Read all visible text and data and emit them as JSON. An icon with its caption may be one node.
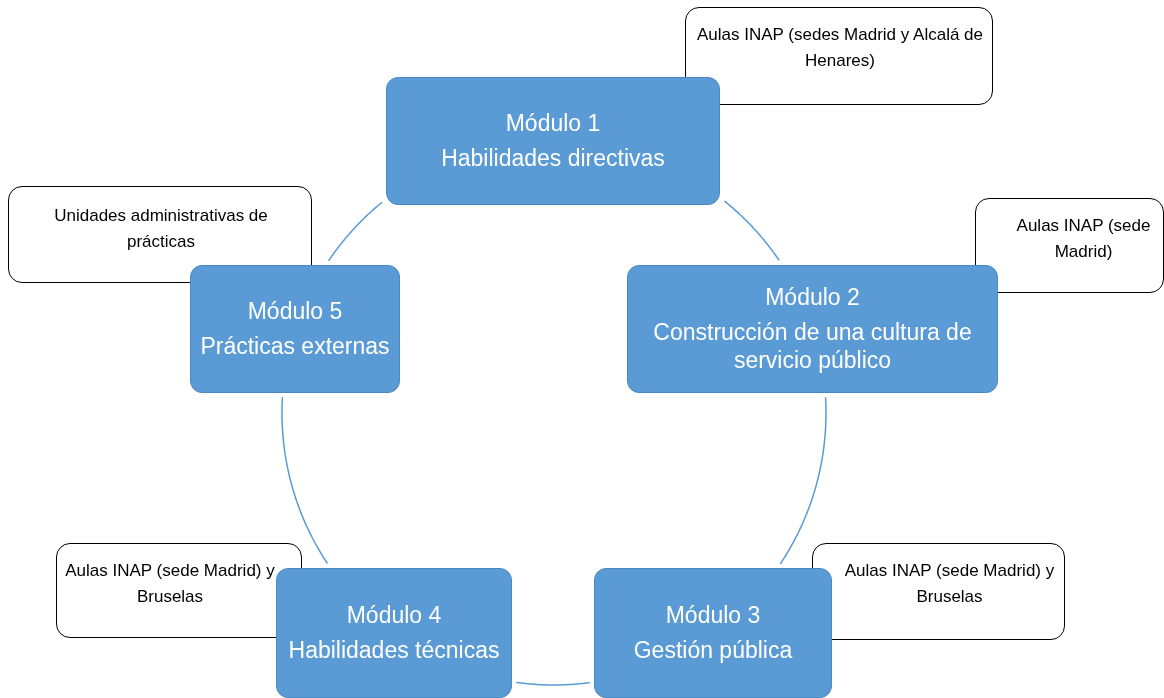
{
  "diagram": {
    "nodes": [
      {
        "text": [
          "Aulas INAP (sedes Madrid y Alcalá de Henares)"
        ]
      },
      {
        "text": [
          "Módulo 1",
          "Habilidades directivas"
        ]
      },
      {
        "text": [
          "Unidades administrativas de prácticas"
        ]
      },
      {
        "text": [
          "Aulas INAP (sede Madrid)"
        ]
      },
      {
        "text": [
          "Módulo 5",
          "Prácticas externas"
        ]
      },
      {
        "text": [
          "Módulo 2",
          "Construcción de una cultura de servicio público"
        ]
      },
      {
        "text": [
          "Aulas INAP (sede Madrid) y Bruselas"
        ]
      },
      {
        "text": [
          "Aulas INAP (sede Madrid) y Bruselas"
        ]
      },
      {
        "text": [
          "Módulo 4",
          "Habilidades técnicas"
        ]
      },
      {
        "text": [
          "Módulo 3",
          "Gestión pública"
        ]
      }
    ],
    "edges": [
      {
        "from": 1,
        "to": 5,
        "arrow": "none"
      },
      {
        "from": 5,
        "to": 9,
        "arrow": "none"
      },
      {
        "from": 9,
        "to": 8,
        "arrow": "none"
      },
      {
        "from": 8,
        "to": 4,
        "arrow": "none"
      },
      {
        "from": 4,
        "to": 1,
        "arrow": "none"
      }
    ]
  }
}
